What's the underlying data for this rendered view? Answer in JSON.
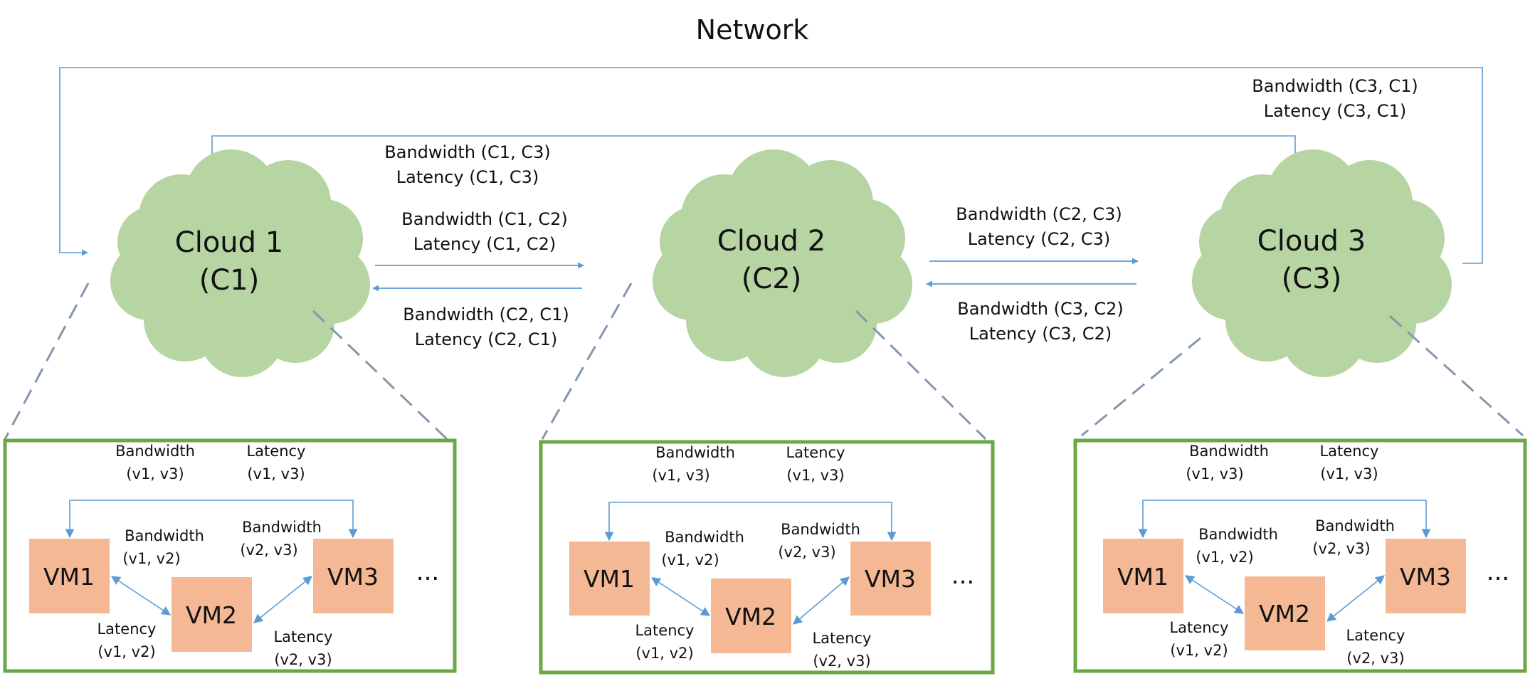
{
  "title": "Network",
  "colors": {
    "cloud_fill": "#b6d5a3",
    "vm_fill": "#f4b994",
    "box_border": "#6aa843",
    "arrow": "#5b9bd5",
    "dashed": "#8497b0"
  },
  "clouds": [
    {
      "name": "Cloud 1",
      "id": "(C1)"
    },
    {
      "name": "Cloud 2",
      "id": "(C2)"
    },
    {
      "name": "Cloud 3",
      "id": "(C3)"
    }
  ],
  "links": {
    "c1_c3": [
      "Bandwidth (C1, C3)",
      "Latency (C1, C3)"
    ],
    "c3_c1": [
      "Bandwidth (C3, C1)",
      "Latency (C3, C1)"
    ],
    "c1_c2": [
      "Bandwidth (C1, C2)",
      "Latency (C1, C2)"
    ],
    "c2_c1": [
      "Bandwidth (C2, C1)",
      "Latency (C2, C1)"
    ],
    "c2_c3": [
      "Bandwidth (C2, C3)",
      "Latency (C2, C3)"
    ],
    "c3_c2": [
      "Bandwidth (C3, C2)",
      "Latency (C3, C2)"
    ]
  },
  "vm_panel": {
    "vms": [
      "VM1",
      "VM2",
      "VM3"
    ],
    "ellipsis": "...",
    "bw_v1_v3": [
      "Bandwidth",
      "(v1, v3)"
    ],
    "lat_v1_v3": [
      "Latency",
      "(v1, v3)"
    ],
    "bw_v1_v2": [
      "Bandwidth",
      "(v1, v2)"
    ],
    "bw_v2_v3": [
      "Bandwidth",
      "(v2, v3)"
    ],
    "lat_v1_v2": [
      "Latency",
      "(v1, v2)"
    ],
    "lat_v2_v3": [
      "Latency",
      "(v2, v3)"
    ]
  }
}
